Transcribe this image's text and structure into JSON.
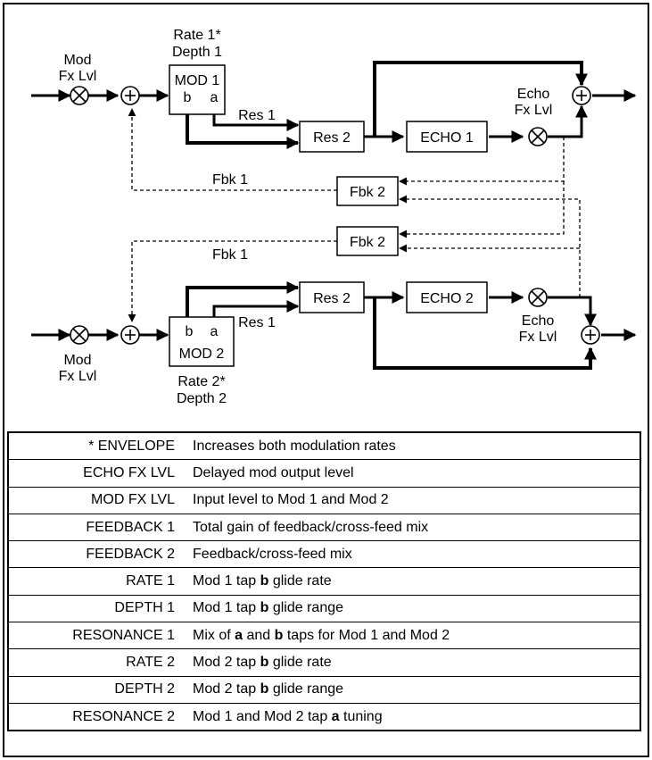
{
  "diagram": {
    "rate1": "Rate 1*",
    "depth1": "Depth 1",
    "mod1": "MOD 1",
    "mod2": "MOD 2",
    "tap_b": "b",
    "tap_a": "a",
    "mod": "Mod",
    "fx_lvl": "Fx Lvl",
    "echo": "Echo",
    "res1": "Res 1",
    "res2": "Res 2",
    "echo1": "ECHO 1",
    "echo2": "ECHO 2",
    "fbk1": "Fbk 1",
    "fbk2": "Fbk 2",
    "rate2": "Rate 2*",
    "depth2": "Depth 2"
  },
  "table": {
    "rows": [
      {
        "name": "* ENVELOPE",
        "desc": [
          "Increases both modulation rates"
        ]
      },
      {
        "name": "ECHO FX LVL",
        "desc": [
          "Delayed mod output level"
        ]
      },
      {
        "name": "MOD FX LVL",
        "desc": [
          "Input level to Mod 1 and Mod 2"
        ]
      },
      {
        "name": "FEEDBACK 1",
        "desc": [
          "Total gain of feedback/cross-feed mix"
        ]
      },
      {
        "name": "FEEDBACK 2",
        "desc": [
          "Feedback/cross-feed mix"
        ]
      },
      {
        "name": "RATE 1",
        "desc": [
          "Mod 1 tap ",
          "b",
          " glide rate"
        ]
      },
      {
        "name": "DEPTH 1",
        "desc": [
          "Mod 1 tap ",
          "b",
          " glide range"
        ]
      },
      {
        "name": "RESONANCE 1",
        "desc": [
          "Mix of ",
          "a",
          " and ",
          "b",
          " taps for Mod 1 and Mod 2"
        ]
      },
      {
        "name": "RATE 2",
        "desc": [
          "Mod 2 tap ",
          "b",
          " glide rate"
        ]
      },
      {
        "name": "DEPTH 2",
        "desc": [
          "Mod 2 tap ",
          "b",
          " glide range"
        ]
      },
      {
        "name": "RESONANCE 2",
        "desc": [
          "Mod 1 and Mod 2 tap ",
          "a",
          " tuning"
        ]
      }
    ]
  }
}
